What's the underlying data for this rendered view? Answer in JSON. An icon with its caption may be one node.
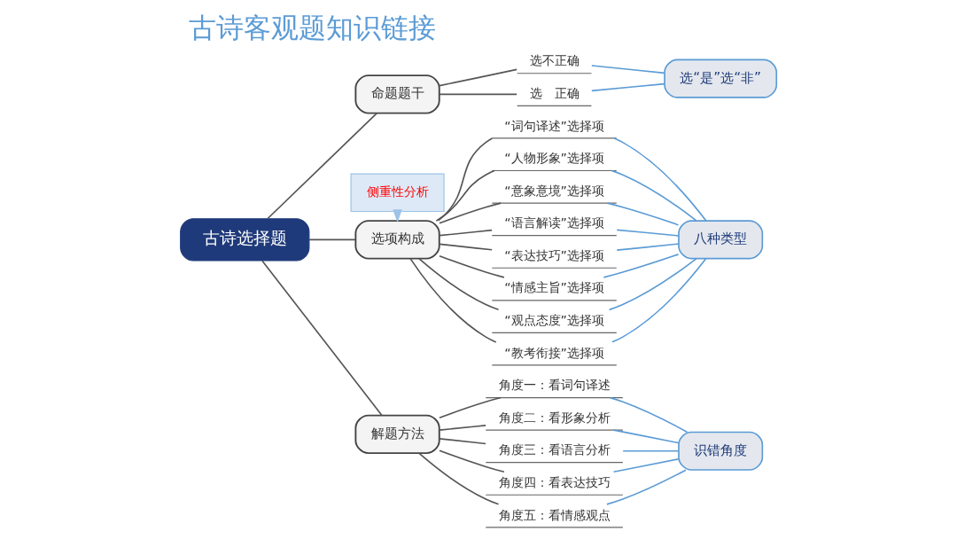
{
  "diagram": {
    "title": "古诗客观题知识链接",
    "nodes": [
      {
        "text": [
          "古诗选择题"
        ]
      },
      {
        "text": [
          "命题题干"
        ]
      },
      {
        "text": [
          "选不正确"
        ]
      },
      {
        "text": [
          "选　正确"
        ]
      },
      {
        "text": [
          "选“是”选“非”"
        ]
      },
      {
        "text": [
          "侧重性分析"
        ]
      },
      {
        "text": [
          "选项构成"
        ]
      },
      {
        "text": [
          "“词句译述”选择项"
        ]
      },
      {
        "text": [
          "“人物形象”选择项"
        ]
      },
      {
        "text": [
          "“意象意境”选择项"
        ]
      },
      {
        "text": [
          "“语言解读”选择项"
        ]
      },
      {
        "text": [
          "“表达技巧”选择项"
        ]
      },
      {
        "text": [
          "“情感主旨”选择项"
        ]
      },
      {
        "text": [
          "“观点态度”选择项"
        ]
      },
      {
        "text": [
          "“教考衔接”选择项"
        ]
      },
      {
        "text": [
          "八种类型"
        ]
      },
      {
        "text": [
          "解题方法"
        ]
      },
      {
        "text": [
          "角度一：看词句译述"
        ]
      },
      {
        "text": [
          "角度二：看形象分析"
        ]
      },
      {
        "text": [
          "角度三：看语言分析"
        ]
      },
      {
        "text": [
          "角度四：看表达技巧"
        ]
      },
      {
        "text": [
          "角度五：看情感观点"
        ]
      },
      {
        "text": [
          "识错角度"
        ]
      }
    ],
    "edges": [
      {
        "from": 0,
        "to": 1,
        "arrow": "none"
      },
      {
        "from": 0,
        "to": 6,
        "arrow": "none"
      },
      {
        "from": 0,
        "to": 16,
        "arrow": "none"
      },
      {
        "from": 1,
        "to": 2,
        "arrow": "none"
      },
      {
        "from": 1,
        "to": 3,
        "arrow": "none"
      },
      {
        "from": 2,
        "to": 4,
        "arrow": "none",
        "color": "#5b9bd5"
      },
      {
        "from": 3,
        "to": 4,
        "arrow": "none",
        "color": "#5b9bd5"
      },
      {
        "from": 5,
        "to": 6,
        "arrow": "to",
        "color": "#9dc3e6"
      },
      {
        "from": 6,
        "to": 7,
        "arrow": "none"
      },
      {
        "from": 6,
        "to": 8,
        "arrow": "none"
      },
      {
        "from": 6,
        "to": 9,
        "arrow": "none"
      },
      {
        "from": 6,
        "to": 10,
        "arrow": "none"
      },
      {
        "from": 6,
        "to": 11,
        "arrow": "none"
      },
      {
        "from": 6,
        "to": 12,
        "arrow": "none"
      },
      {
        "from": 6,
        "to": 13,
        "arrow": "none"
      },
      {
        "from": 6,
        "to": 14,
        "arrow": "none"
      },
      {
        "from": 7,
        "to": 15,
        "arrow": "none",
        "color": "#5b9bd5"
      },
      {
        "from": 8,
        "to": 15,
        "arrow": "none",
        "color": "#5b9bd5"
      },
      {
        "from": 9,
        "to": 15,
        "arrow": "none",
        "color": "#5b9bd5"
      },
      {
        "from": 10,
        "to": 15,
        "arrow": "none",
        "color": "#5b9bd5"
      },
      {
        "from": 11,
        "to": 15,
        "arrow": "none",
        "color": "#5b9bd5"
      },
      {
        "from": 12,
        "to": 15,
        "arrow": "none",
        "color": "#5b9bd5"
      },
      {
        "from": 13,
        "to": 15,
        "arrow": "none",
        "color": "#5b9bd5"
      },
      {
        "from": 14,
        "to": 15,
        "arrow": "none",
        "color": "#5b9bd5"
      },
      {
        "from": 16,
        "to": 17,
        "arrow": "none"
      },
      {
        "from": 16,
        "to": 18,
        "arrow": "none"
      },
      {
        "from": 16,
        "to": 19,
        "arrow": "none"
      },
      {
        "from": 16,
        "to": 20,
        "arrow": "none"
      },
      {
        "from": 16,
        "to": 21,
        "arrow": "none"
      },
      {
        "from": 17,
        "to": 22,
        "arrow": "none",
        "color": "#5b9bd5"
      },
      {
        "from": 18,
        "to": 22,
        "arrow": "none",
        "color": "#5b9bd5"
      },
      {
        "from": 19,
        "to": 22,
        "arrow": "none",
        "color": "#5b9bd5"
      },
      {
        "from": 20,
        "to": 22,
        "arrow": "none",
        "color": "#5b9bd5"
      },
      {
        "from": 21,
        "to": 22,
        "arrow": "none",
        "color": "#5b9bd5"
      }
    ]
  }
}
